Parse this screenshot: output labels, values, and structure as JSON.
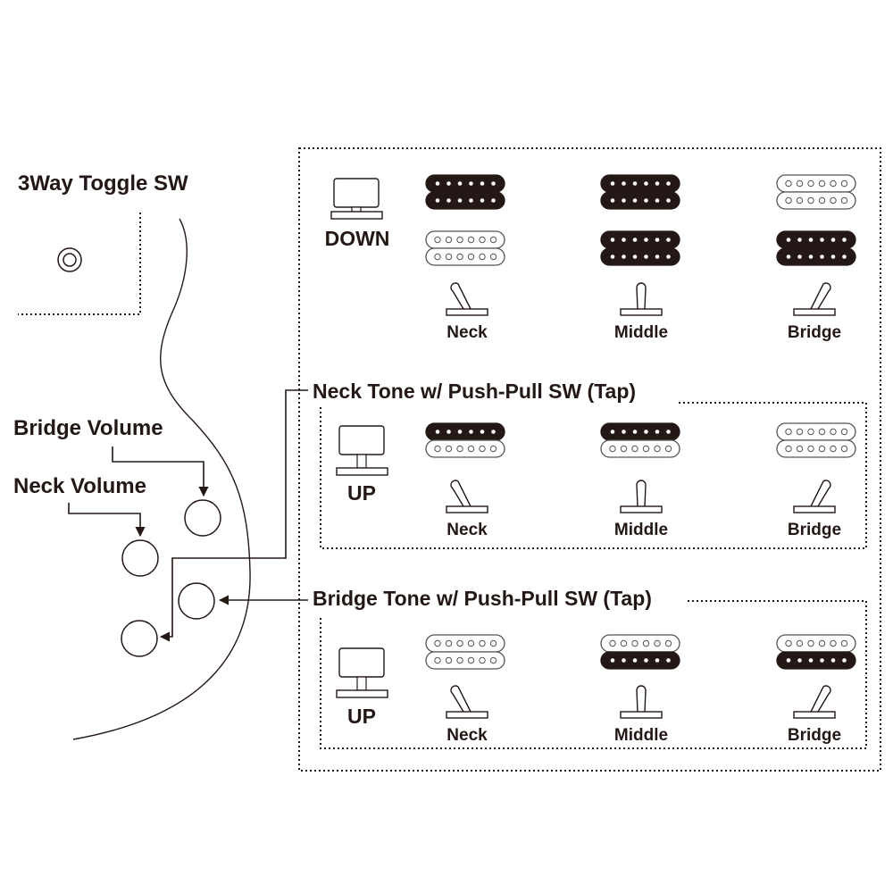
{
  "colors": {
    "ink": "#231815",
    "background": "#ffffff"
  },
  "left_panel": {
    "toggle_title": "3Way Toggle SW",
    "bridge_volume_label": "Bridge Volume",
    "neck_volume_label": "Neck Volume"
  },
  "sections": [
    {
      "id": "down",
      "title": "",
      "knob_state": "DOWN",
      "positions": [
        {
          "label": "Neck",
          "lever": "left",
          "neck_pickup": "full-active",
          "bridge_pickup": "inactive"
        },
        {
          "label": "Middle",
          "lever": "center",
          "neck_pickup": "full-active",
          "bridge_pickup": "full-active"
        },
        {
          "label": "Bridge",
          "lever": "right",
          "neck_pickup": "inactive",
          "bridge_pickup": "full-active"
        }
      ]
    },
    {
      "id": "neck-tone-tap",
      "title": "Neck Tone w/ Push-Pull SW (Tap)",
      "knob_state": "UP",
      "positions": [
        {
          "label": "Neck",
          "lever": "left",
          "pickup": "tap-top-coil-active"
        },
        {
          "label": "Middle",
          "lever": "center",
          "pickup": "tap-top-coil-active"
        },
        {
          "label": "Bridge",
          "lever": "right",
          "pickup": "inactive"
        }
      ]
    },
    {
      "id": "bridge-tone-tap",
      "title": "Bridge Tone w/ Push-Pull SW (Tap)",
      "knob_state": "UP",
      "positions": [
        {
          "label": "Neck",
          "lever": "left",
          "pickup": "inactive"
        },
        {
          "label": "Middle",
          "lever": "center",
          "pickup": "tap-bottom-coil-active"
        },
        {
          "label": "Bridge",
          "lever": "right",
          "pickup": "tap-bottom-coil-active"
        }
      ]
    }
  ]
}
